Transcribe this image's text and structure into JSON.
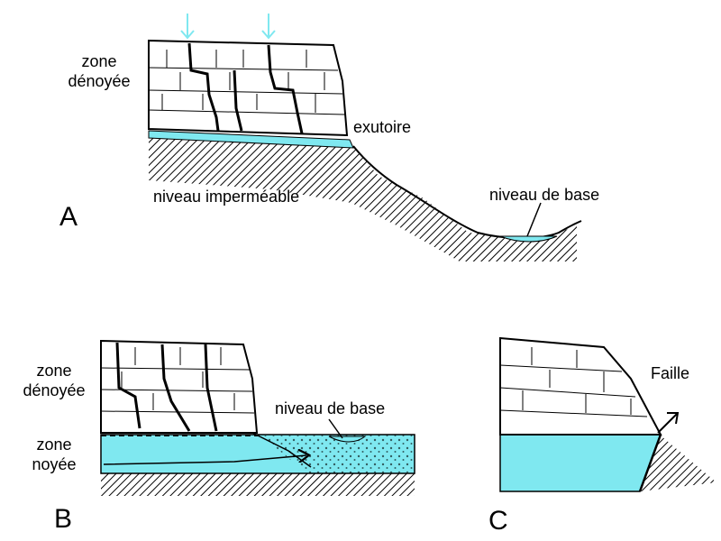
{
  "panelA": {
    "letter": "A",
    "zone_denoyee": "zone\ndénoyée",
    "exutoire": "exutoire",
    "niveau_impermeable": "niveau imperméable",
    "niveau_de_base": "niveau de base"
  },
  "panelB": {
    "letter": "B",
    "zone_denoyee": "zone\ndénoyée",
    "zone_noyee": "zone\nnoyée",
    "niveau_de_base": "niveau de base"
  },
  "panelC": {
    "letter": "C",
    "faille": "Faille"
  },
  "colors": {
    "water": "#7fe8f0",
    "rain_arrow": "#7fe8f0",
    "ink": "#000000"
  }
}
